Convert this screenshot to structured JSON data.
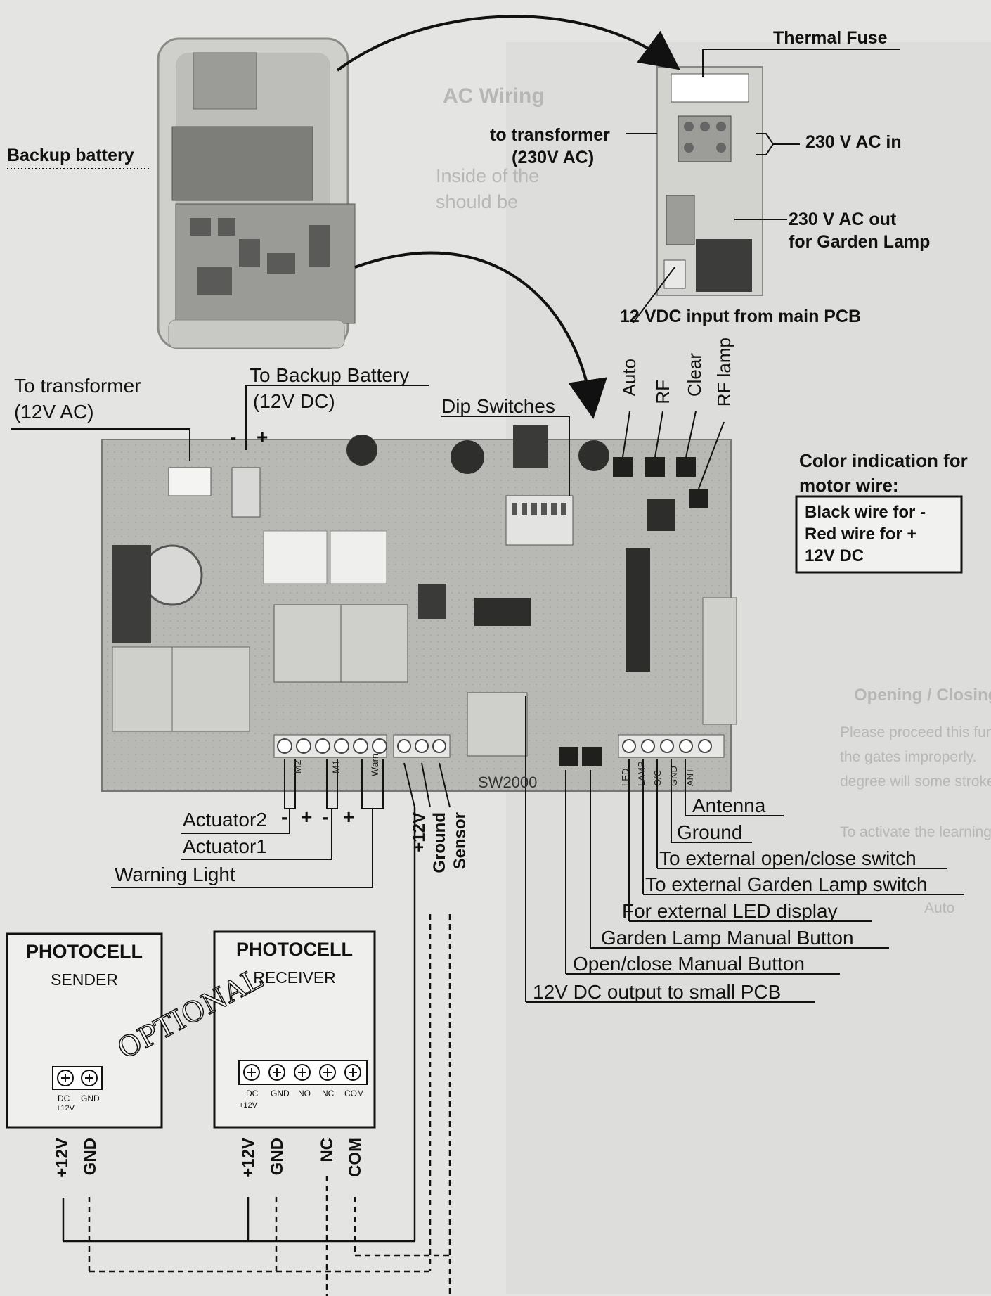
{
  "top": {
    "thermal_fuse": "Thermal Fuse",
    "backup_battery": "Backup battery",
    "to_transformer": "to transformer",
    "v230_ac": "(230V AC)",
    "ac_in": "230 V AC in",
    "ac_out": "230 V AC out",
    "garden_lamp": "for Garden Lamp",
    "vdc_input": "12 VDC input from main PCB"
  },
  "board": {
    "to_transformer": "To transformer",
    "v12_ac": "(12V AC)",
    "to_backup_battery": "To Backup Battery",
    "v12_dc": "(12V DC)",
    "minus": "-",
    "plus": "+",
    "dip_switches": "Dip Switches",
    "auto": "Auto",
    "rf": "RF",
    "clear": "Clear",
    "rf_lamp": "RF lamp",
    "pcb_model": "SW2000",
    "terminals_left": [
      "M2",
      "M1",
      "Warn"
    ],
    "terminals_right": [
      "LED",
      "LAMP",
      "O/C",
      "GND",
      "ANT"
    ]
  },
  "color_box": {
    "title_line1": "Color indication for",
    "title_line2": "motor wire:",
    "line1": "Black wire for -",
    "line2": "Red wire for +",
    "line3": "12V DC"
  },
  "bottom_left": {
    "actuator2": "Actuator2",
    "actuator1": "Actuator1",
    "warning_light": "Warning Light",
    "pol_minus1": "-",
    "pol_plus1": "+",
    "pol_minus2": "-",
    "pol_plus2": "+",
    "v12": "+12V",
    "ground": "Ground",
    "sensor": "Sensor"
  },
  "bottom_right": {
    "antenna": "Antenna",
    "ground": "Ground",
    "ext_open_close": "To external open/close switch",
    "ext_garden_lamp": "To external Garden Lamp switch",
    "ext_led": "For external LED display",
    "garden_manual": "Garden Lamp Manual Button",
    "open_close_manual": "Open/close Manual Button",
    "dc_output": "12V DC output to small PCB"
  },
  "photocell_sender": {
    "title": "PHOTOCELL",
    "sub": "SENDER",
    "pins": [
      "DC",
      "GND"
    ],
    "sub_pin": "+12V",
    "wire1": "+12V",
    "wire2": "GND"
  },
  "photocell_receiver": {
    "title": "PHOTOCELL",
    "sub": "RECEIVER",
    "pins": [
      "DC",
      "GND",
      "NO",
      "NC",
      "COM"
    ],
    "sub_pin": "+12V",
    "wire1": "+12V",
    "wire2": "GND",
    "wire3": "NC",
    "wire4": "COM"
  },
  "optional": "OPTIONAL",
  "ghost_text": [
    "AC Wiring",
    "Inside of the",
    "should be",
    "Opening / Closing",
    "Please proceed this function",
    "the gates improperly.",
    "degree will some stroke",
    "To activate the learning",
    "Auto"
  ]
}
